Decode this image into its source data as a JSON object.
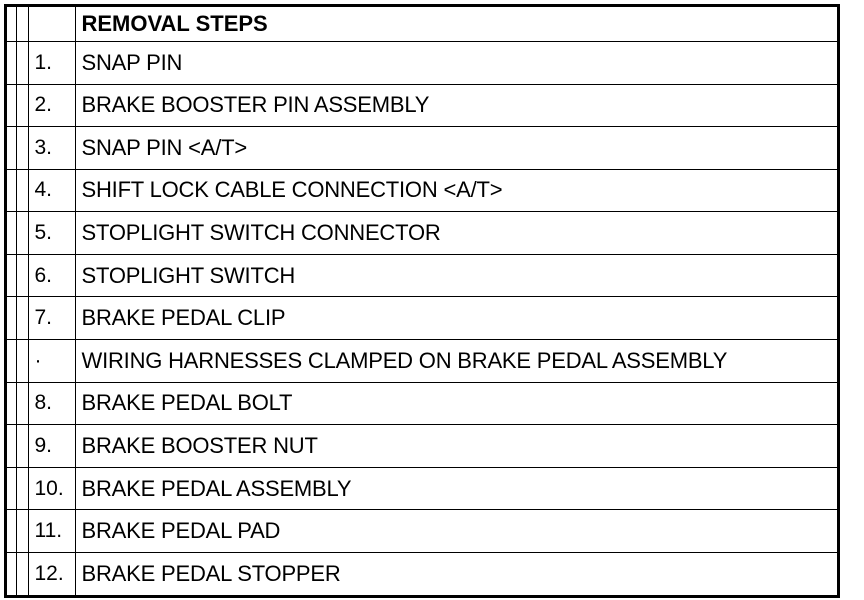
{
  "table": {
    "header": "REMOVAL STEPS",
    "rows": [
      {
        "num": "1.",
        "text": "SNAP PIN"
      },
      {
        "num": "2.",
        "text": "BRAKE BOOSTER PIN ASSEMBLY"
      },
      {
        "num": "3.",
        "text": "SNAP PIN <A/T>"
      },
      {
        "num": "4.",
        "text": "SHIFT LOCK CABLE CONNECTION <A/T>"
      },
      {
        "num": "5.",
        "text": "STOPLIGHT SWITCH CONNECTOR"
      },
      {
        "num": "6.",
        "text": "STOPLIGHT SWITCH"
      },
      {
        "num": "7.",
        "text": "BRAKE PEDAL CLIP"
      },
      {
        "num": "·",
        "text": "WIRING HARNESSES CLAMPED ON BRAKE PEDAL ASSEMBLY"
      },
      {
        "num": "8.",
        "text": "BRAKE PEDAL BOLT"
      },
      {
        "num": "9.",
        "text": "BRAKE BOOSTER NUT"
      },
      {
        "num": "10.",
        "text": "BRAKE PEDAL ASSEMBLY"
      },
      {
        "num": "11.",
        "text": "BRAKE PEDAL PAD"
      },
      {
        "num": "12.",
        "text": "BRAKE PEDAL STOPPER"
      }
    ]
  }
}
